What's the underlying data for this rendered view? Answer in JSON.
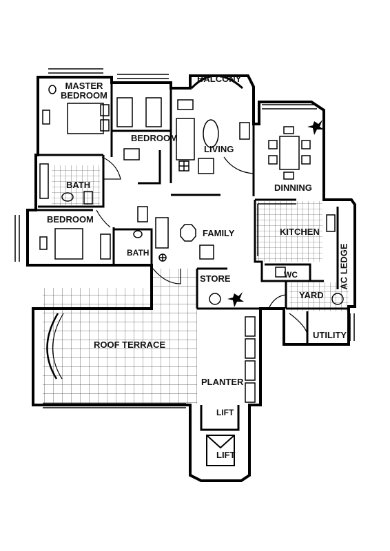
{
  "rooms": {
    "master_bedroom": [
      "MASTER",
      "BEDROOM"
    ],
    "balcony": "BALCONY",
    "bedroom_top": "BEDROOM",
    "living": "LIVING",
    "dinning": "DINNING",
    "bath_top": "BATH",
    "bedroom_left": "BEDROOM",
    "family": "FAMILY",
    "kitchen": "KITCHEN",
    "bath_mid": "BATH",
    "store": "STORE",
    "wc": "WC",
    "ac_ledge": "AC LEDGE",
    "yard": "YARD",
    "utility": "UTILITY",
    "roof_terrace": "ROOF TERRACE",
    "planter": "PLANTER",
    "lift_top": "LIFT",
    "lift_bottom": "LIFT"
  }
}
